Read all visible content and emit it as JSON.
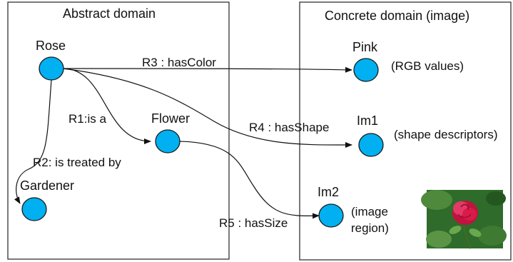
{
  "panels": {
    "abstract_title": "Abstract domain",
    "concrete_title": "Concrete domain (image)"
  },
  "nodes": {
    "rose": "Rose",
    "flower": "Flower",
    "gardener": "Gardener",
    "pink": "Pink",
    "im1": "Im1",
    "im2": "Im2"
  },
  "edges": {
    "r1": "R1:is a",
    "r2": "R2: is treated by",
    "r3": "R3 : hasColor",
    "r4": "R4 : hasShape",
    "r5": "R5 : hasSize"
  },
  "annotations": {
    "pink_note": "(RGB values)",
    "im1_note": "(shape descriptors)",
    "im2_note_line1": "(image",
    "im2_note_line2": "region)"
  },
  "colors": {
    "node_fill": "#00b0f0",
    "photo_background": "#2f6b2a",
    "rose_petal": "#d81b4a"
  },
  "photo": {
    "subject": "red rose"
  }
}
